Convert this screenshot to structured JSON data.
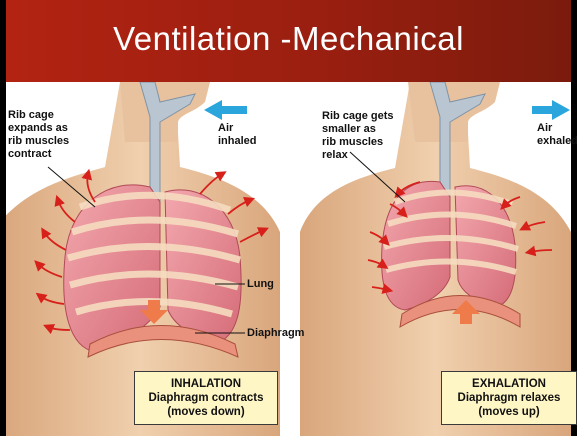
{
  "slide": {
    "title": "Ventilation -Mechanical"
  },
  "left_panel": {
    "rib_label": "Rib cage\nexpands as\nrib muscles\ncontract",
    "air_label": "Air\ninhaled",
    "lung_label": "Lung",
    "diaphragm_label": "Diaphragm",
    "caption_title": "INHALATION",
    "caption_line1": "Diaphragm contracts",
    "caption_line2": "(moves down)"
  },
  "right_panel": {
    "rib_label": "Rib cage gets\nsmaller as\nrib muscles\nrelax",
    "air_label": "Air\nexhaled",
    "caption_title": "EXHALATION",
    "caption_line1": "Diaphragm relaxes",
    "caption_line2": "(moves up)"
  },
  "colors": {
    "banner": "#9a1f10",
    "skin": "#e9c39f",
    "lung": "#e88d96",
    "arrow": "#d8201b",
    "air_arrow": "#2aa6dc",
    "caption_bg": "#fff6c6"
  }
}
